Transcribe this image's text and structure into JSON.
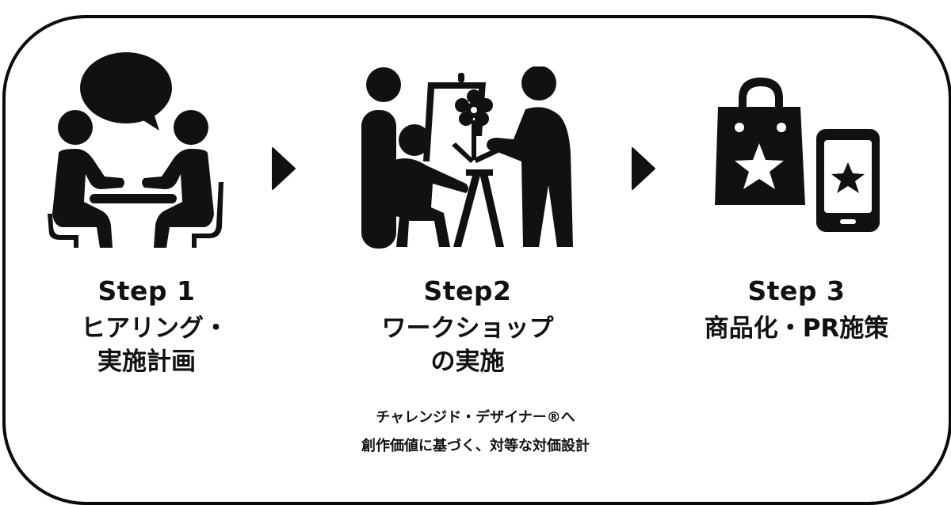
{
  "colors": {
    "ink": "#111111",
    "background": "#ffffff",
    "border": "#0a0a0a"
  },
  "steps": [
    {
      "icon": "meeting-two-people-speech-bubble-icon",
      "title": "Step 1",
      "lines": [
        "ヒアリング・",
        "実施計画"
      ]
    },
    {
      "icon": "workshop-easel-painting-icon",
      "title": "Step2",
      "lines": [
        "ワークショップ",
        "の実施"
      ],
      "note": [
        "チャレンジド・デザイナー®へ",
        "創作価値に基づく、対等な対価設計"
      ]
    },
    {
      "icon": "shopping-bag-smartphone-star-icon",
      "title": "Step 3",
      "lines": [
        "商品化・PR施策"
      ]
    }
  ],
  "arrows": [
    "arrow-right-icon",
    "arrow-right-icon"
  ]
}
